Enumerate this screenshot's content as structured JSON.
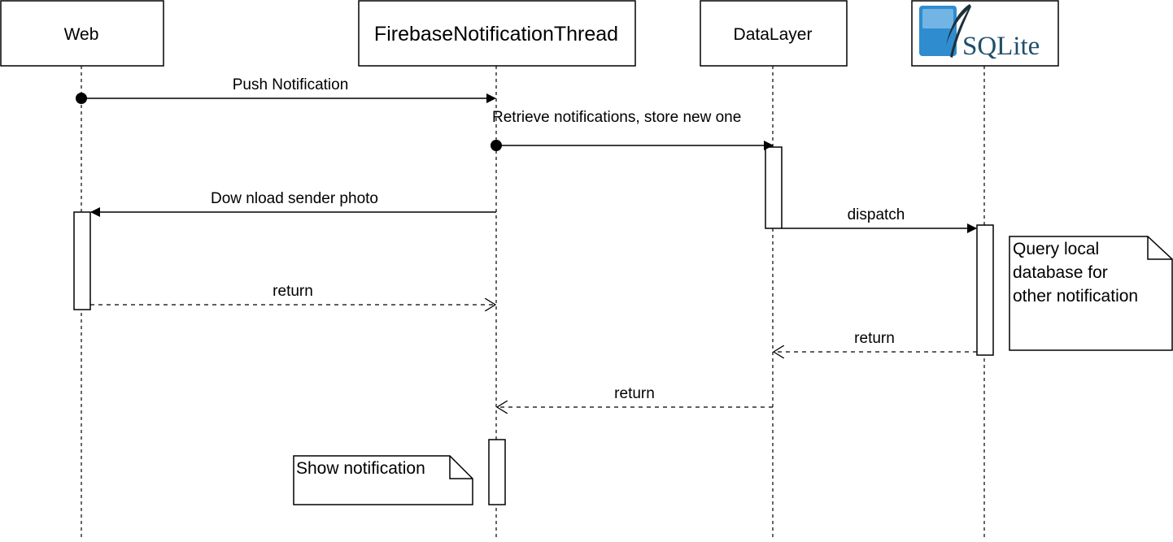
{
  "participants": {
    "web": "Web",
    "thread": "FirebaseNotificationThread",
    "datalayer": "DataLayer",
    "sqlite": "SQLite"
  },
  "messages": {
    "push": "Push Notification",
    "retrieve": "Retrieve notifications, store new  one",
    "download": "Dow nload sender photo",
    "dispatch": "dispatch",
    "return_web": "return",
    "return_sqlite": "return",
    "return_datalayer": "return"
  },
  "notes": {
    "query_line1": "Query local",
    "query_line2": "database for",
    "query_line3": "other notification",
    "show": "Show notification"
  },
  "colors": {
    "line": "#000000",
    "sqlite_logo_blue": "#2f8ccf",
    "sqlite_text": "#1f4f6b"
  }
}
